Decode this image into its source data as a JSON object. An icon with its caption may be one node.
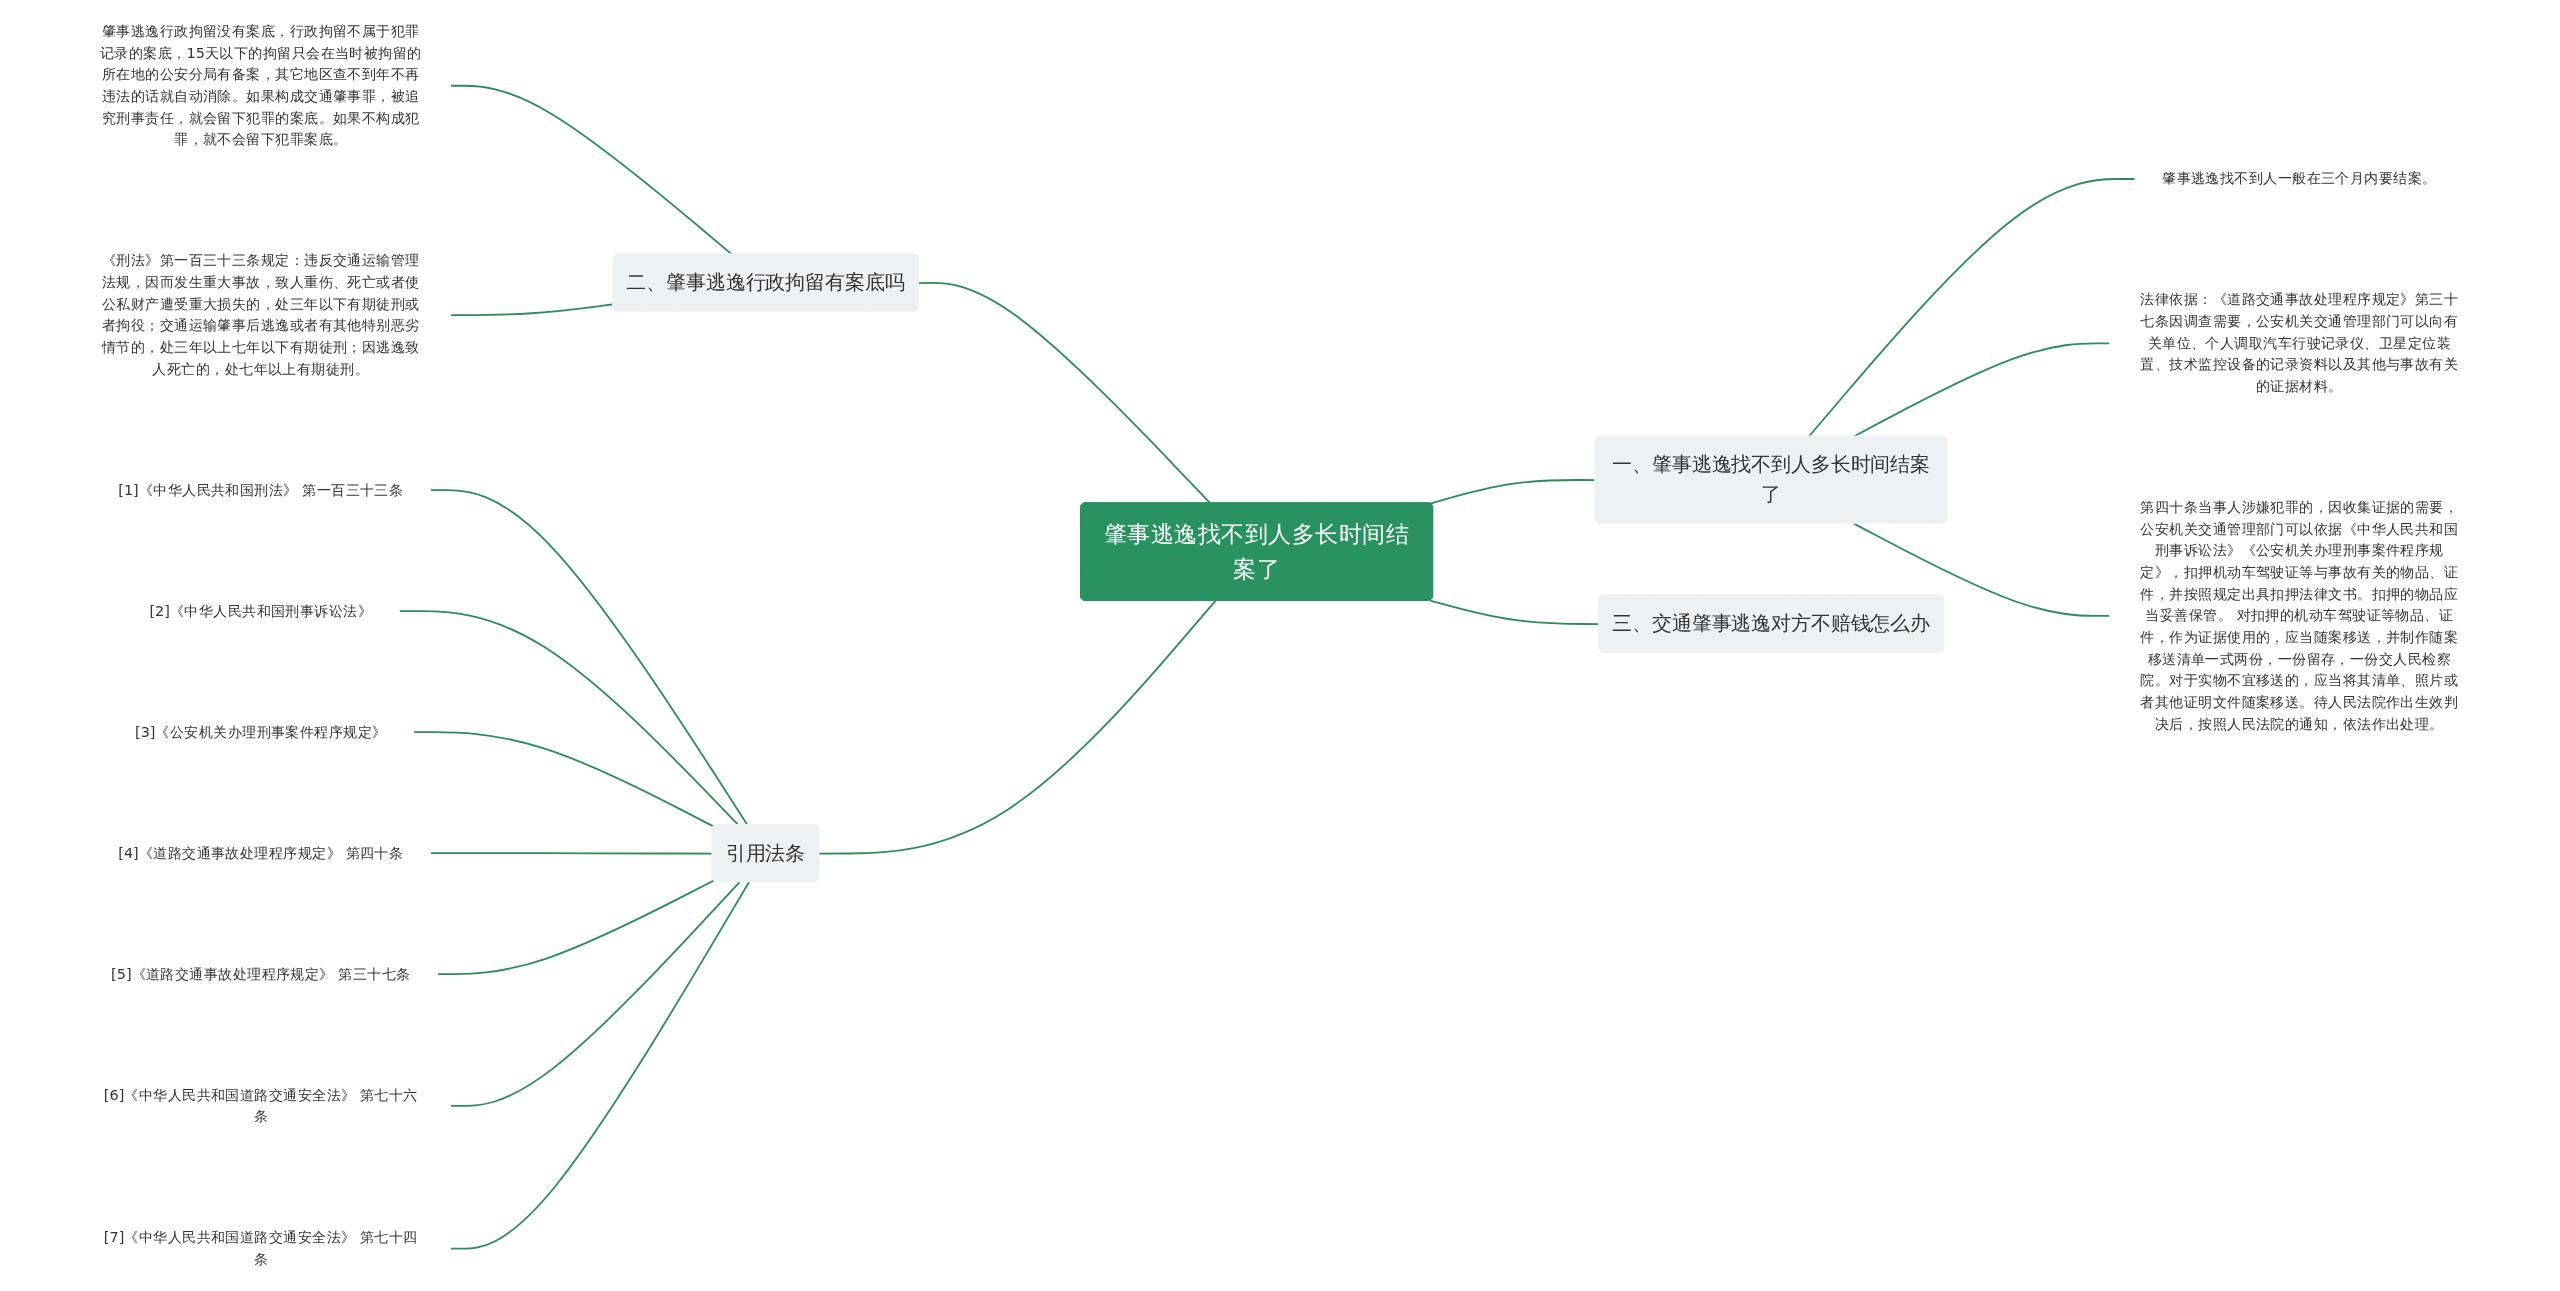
{
  "diagram": {
    "nodes": [
      {
        "text": [
          "肇事逃逸找不到人多长时间结案了"
        ]
      },
      {
        "text": [
          "一、肇事逃逸找不到人多长时间结案了"
        ]
      },
      {
        "text": [
          "肇事逃逸找不到人一般在三个月内要结案。"
        ]
      },
      {
        "text": [
          "法律依据：《道路交通事故处理程序规定》第三十七条因调查需要，公安机关交通管理部门可以向有关单位、个人调取汽车行驶记录仪、卫星定位装置、技术监控设备的记录资料以及其他与事故有关的证据材料。"
        ]
      },
      {
        "text": [
          "第四十条当事人涉嫌犯罪的，因收集证据的需要，公安机关交通管理部门可以依据《中华人民共和国刑事诉讼法》《公安机关办理刑事案件程序规定》，扣押机动车驾驶证等与事故有关的物品、证件，并按照规定出具扣押法律文书。扣押的物品应当妥善保管。 对扣押的机动车驾驶证等物品、证件，作为证据使用的，应当随案移送，并制作随案移送清单一式两份，一份留存，一份交人民检察院。对于实物不宜移送的，应当将其清单、照片或者其他证明文件随案移送。待人民法院作出生效判决后，按照人民法院的通知，依法作出处理。"
        ]
      },
      {
        "text": [
          "三、交通肇事逃逸对方不赔钱怎么办"
        ]
      },
      {
        "text": [
          "二、肇事逃逸行政拘留有案底吗"
        ]
      },
      {
        "text": [
          "肇事逃逸行政拘留没有案底，行政拘留不属于犯罪记录的案底，15天以下的拘留只会在当时被拘留的所在地的公安分局有备案，其它地区查不到年不再违法的话就自动消除。如果构成交通肇事罪，被追究刑事责任，就会留下犯罪的案底。如果不构成犯罪，就不会留下犯罪案底。"
        ]
      },
      {
        "text": [
          "《刑法》第一百三十三条规定：违反交通运输管理法规，因而发生重大事故，致人重伤、死亡或者使公私财产遭受重大损失的，处三年以下有期徒刑或者拘役；交通运输肇事后逃逸或者有其他特别恶劣情节的，处三年以上七年以下有期徒刑；因逃逸致人死亡的，处七年以上有期徒刑。"
        ]
      },
      {
        "text": [
          "引用法条"
        ]
      },
      {
        "text": [
          "[1]《中华人民共和国刑法》 第一百三十三条"
        ]
      },
      {
        "text": [
          "[2]《中华人民共和国刑事诉讼法》"
        ]
      },
      {
        "text": [
          "[3]《公安机关办理刑事案件程序规定》"
        ]
      },
      {
        "text": [
          "[4]《道路交通事故处理程序规定》 第四十条"
        ]
      },
      {
        "text": [
          "[5]《道路交通事故处理程序规定》 第三十七条"
        ]
      },
      {
        "text": [
          "[6]《中华人民共和国道路交通安全法》 第七十六条"
        ]
      },
      {
        "text": [
          "[7]《中华人民共和国道路交通安全法》 第七十四条"
        ]
      }
    ],
    "edges": [
      {
        "from": 0,
        "to": 1,
        "arrow": "none"
      },
      {
        "from": 1,
        "to": 2,
        "arrow": "none"
      },
      {
        "from": 1,
        "to": 3,
        "arrow": "none"
      },
      {
        "from": 1,
        "to": 4,
        "arrow": "none"
      },
      {
        "from": 0,
        "to": 5,
        "arrow": "none"
      },
      {
        "from": 0,
        "to": 6,
        "arrow": "none"
      },
      {
        "from": 6,
        "to": 7,
        "arrow": "none"
      },
      {
        "from": 6,
        "to": 8,
        "arrow": "none"
      },
      {
        "from": 0,
        "to": 9,
        "arrow": "none"
      },
      {
        "from": 9,
        "to": 10,
        "arrow": "none"
      },
      {
        "from": 9,
        "to": 11,
        "arrow": "none"
      },
      {
        "from": 9,
        "to": 12,
        "arrow": "none"
      },
      {
        "from": 9,
        "to": 13,
        "arrow": "none"
      },
      {
        "from": 9,
        "to": 14,
        "arrow": "none"
      },
      {
        "from": 9,
        "to": 15,
        "arrow": "none"
      },
      {
        "from": 9,
        "to": 16,
        "arrow": "none"
      }
    ]
  }
}
